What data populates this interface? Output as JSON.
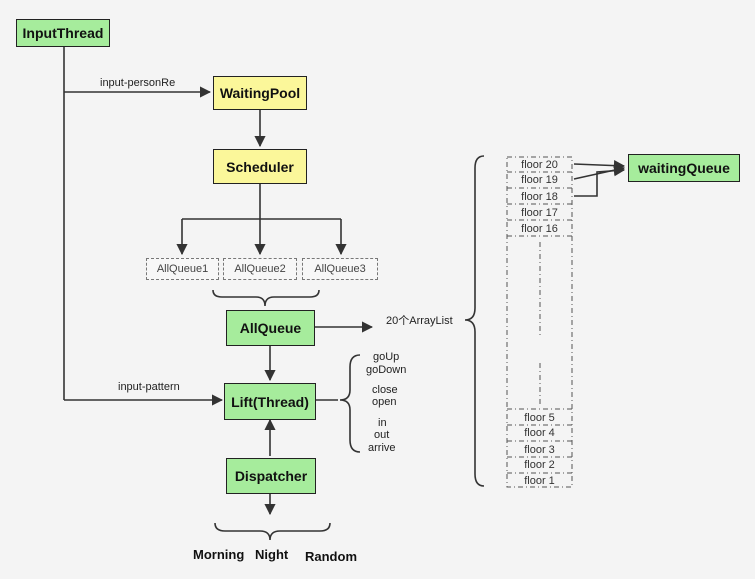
{
  "nodes": {
    "input_thread": "InputThread",
    "waiting_pool": "WaitingPool",
    "scheduler": "Scheduler",
    "allqueue1": "AllQueue1",
    "allqueue2": "AllQueue2",
    "allqueue3": "AllQueue3",
    "allqueue": "AllQueue",
    "lift_thread": "Lift(Thread)",
    "dispatcher": "Dispatcher",
    "waiting_queue": "waitingQueue"
  },
  "edge_labels": {
    "input_person_request": "input-personRe",
    "input_pattern": "input-pattern",
    "array_list": "20个ArrayList"
  },
  "lift_actions": [
    "goUp",
    "goDown",
    "close",
    "open",
    "in",
    "out",
    "arrive"
  ],
  "dispatch_modes": [
    "Morning",
    "Night",
    "Random"
  ],
  "floors_top": [
    "floor 20",
    "floor 19",
    "floor 18",
    "floor 17",
    "floor 16"
  ],
  "floors_bottom": [
    "floor 5",
    "floor 4",
    "floor 3",
    "floor 2",
    "floor 1"
  ],
  "colors": {
    "thread_fill": "#a6ec9c",
    "pool_fill": "#fbf79a",
    "line": "#333333"
  }
}
